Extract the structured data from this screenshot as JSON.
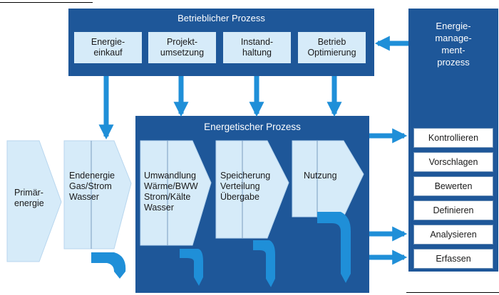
{
  "operational_process": {
    "title": "Betrieblicher Prozess",
    "boxes": [
      "Energie-\neinkauf",
      "Projekt-\numsetzung",
      "Instand-\nhaltung",
      "Betrieb\nOptimierung"
    ]
  },
  "energy_process": {
    "title": "Energetischer Prozess"
  },
  "management_process": {
    "title": "Energie-\nmanage-\nment-\nprozess",
    "steps": [
      "Kontrollieren",
      "Vorschlagen",
      "Bewerten",
      "Definieren",
      "Analysieren",
      "Erfassen"
    ]
  },
  "flow_stages": [
    "Primär-\nenergie",
    "Endenergie\nGas/Strom\nWasser",
    "Umwandlung\nWärme/BWW\nStrom/Kälte\nWasser",
    "Speicherung\nVerteilung\nÜbergabe",
    "Nutzung"
  ],
  "colors": {
    "dark_blue": "#1e5799",
    "light_blue": "#d6ebf9",
    "arrow_blue": "#1f8fd8",
    "white": "#ffffff"
  }
}
